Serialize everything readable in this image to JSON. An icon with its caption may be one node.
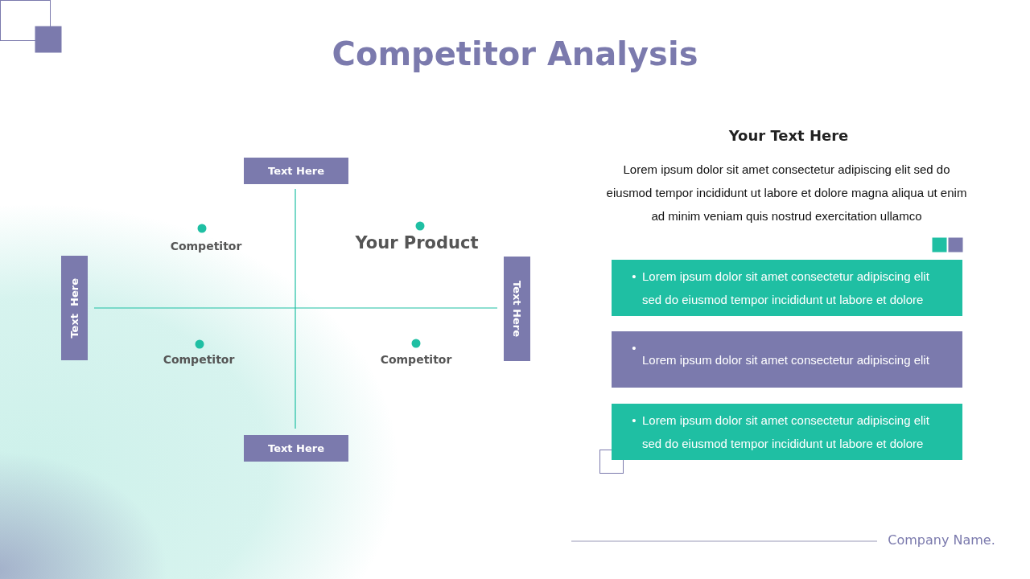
{
  "diagram": {
    "title": "Competitor Analysis",
    "nodes": [
      {
        "text": [
          "Text Here"
        ]
      },
      {
        "text": [
          "Text  Here"
        ]
      },
      {
        "text": [
          "Text Here"
        ]
      },
      {
        "text": [
          "Text Here"
        ]
      },
      {
        "text": [
          "•",
          "Lorem ipsum dolor sit amet consectetur adipiscing elit sed do eiusmod tempor incididunt ut labore et dolore"
        ]
      },
      {
        "text": [
          "•",
          "Lorem ipsum dolor sit amet consectetur adipiscing elit"
        ]
      },
      {
        "text": [
          "•",
          "Lorem ipsum dolor sit amet consectetur adipiscing elit sed do eiusmod tempor incididunt ut labore et dolore"
        ]
      }
    ],
    "edges": [],
    "labels": [
      "Your Text Here",
      "Lorem ipsum dolor sit amet consectetur adipiscing elit sed do eiusmod tempor incididunt ut labore et dolore magna aliqua ut enim ad minim veniam quis nostrud exercitation ullamco",
      "Competitor",
      "Your Product",
      "Competitor",
      "Competitor",
      "Company Name."
    ]
  }
}
